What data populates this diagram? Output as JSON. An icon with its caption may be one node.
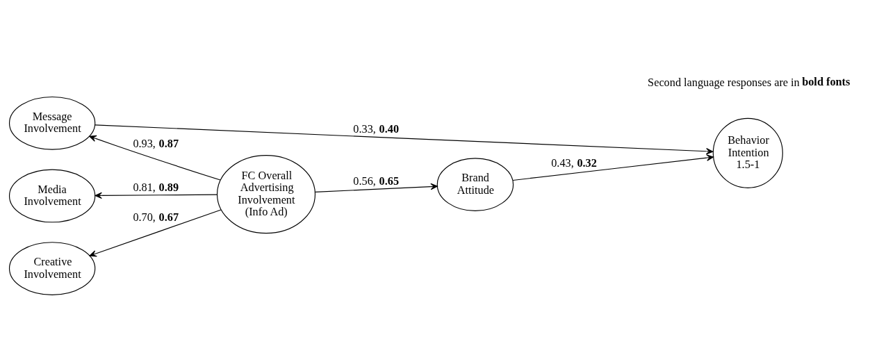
{
  "diagram": {
    "nodes": [
      {
        "text": [
          "Message Involvement"
        ]
      },
      {
        "text": [
          "Media Involvement"
        ]
      },
      {
        "text": [
          "Creative Involvement"
        ]
      },
      {
        "text": [
          "FC Overall Advertising Involvement (Info Ad)"
        ]
      },
      {
        "text": [
          "Brand Attitude"
        ]
      },
      {
        "text": [
          "Behavior Intention 1.5-1"
        ]
      }
    ],
    "edges": [
      {
        "from": 3,
        "to": 0,
        "arrow": "to",
        "label": "0.93, **0.87**"
      },
      {
        "from": 3,
        "to": 1,
        "arrow": "to",
        "label": "0.81, **0.89**"
      },
      {
        "from": 3,
        "to": 2,
        "arrow": "to",
        "label": "0.70, **0.67**"
      },
      {
        "from": 3,
        "to": 4,
        "arrow": "to",
        "label": "0.56, **0.65**"
      },
      {
        "from": 4,
        "to": 5,
        "arrow": "to",
        "label": "0.43, **0.32**"
      },
      {
        "from": 0,
        "to": 5,
        "arrow": "to",
        "label": "0.33, **0.40**"
      }
    ],
    "labels": [
      "Second language responses are in **bold fonts**"
    ]
  }
}
